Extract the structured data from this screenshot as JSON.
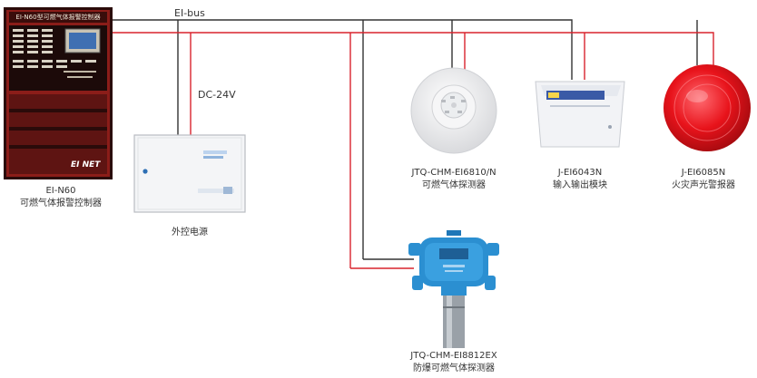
{
  "wiring": {
    "bus_label": "EI-bus",
    "power_label": "DC-24V",
    "colors": {
      "bus": "#333333",
      "power": "#d9232d"
    }
  },
  "devices": {
    "controller": {
      "panel_title": "EI-N60型可燃气体报警控制器",
      "brand": "EI NET",
      "model": "EI-N60",
      "name": "可燃气体报警控制器",
      "colors": {
        "body": "#8b1d19",
        "trim": "#2a0b0a"
      }
    },
    "power_supply": {
      "name": "外控电源"
    },
    "detector": {
      "model": "JTQ-CHM-EI6810/N",
      "name": "可燃气体探测器"
    },
    "module": {
      "model": "J-EI6043N",
      "name": "输入输出模块"
    },
    "alarm": {
      "model": "J-EI6085N",
      "name": "火灾声光警报器",
      "colors": {
        "lamp": "#e8131b"
      }
    },
    "explosion_detector": {
      "model": "JTQ-CHM-EI8812EX",
      "name": "防爆可燃气体探测器",
      "colors": {
        "body": "#2b8fd1"
      }
    }
  }
}
